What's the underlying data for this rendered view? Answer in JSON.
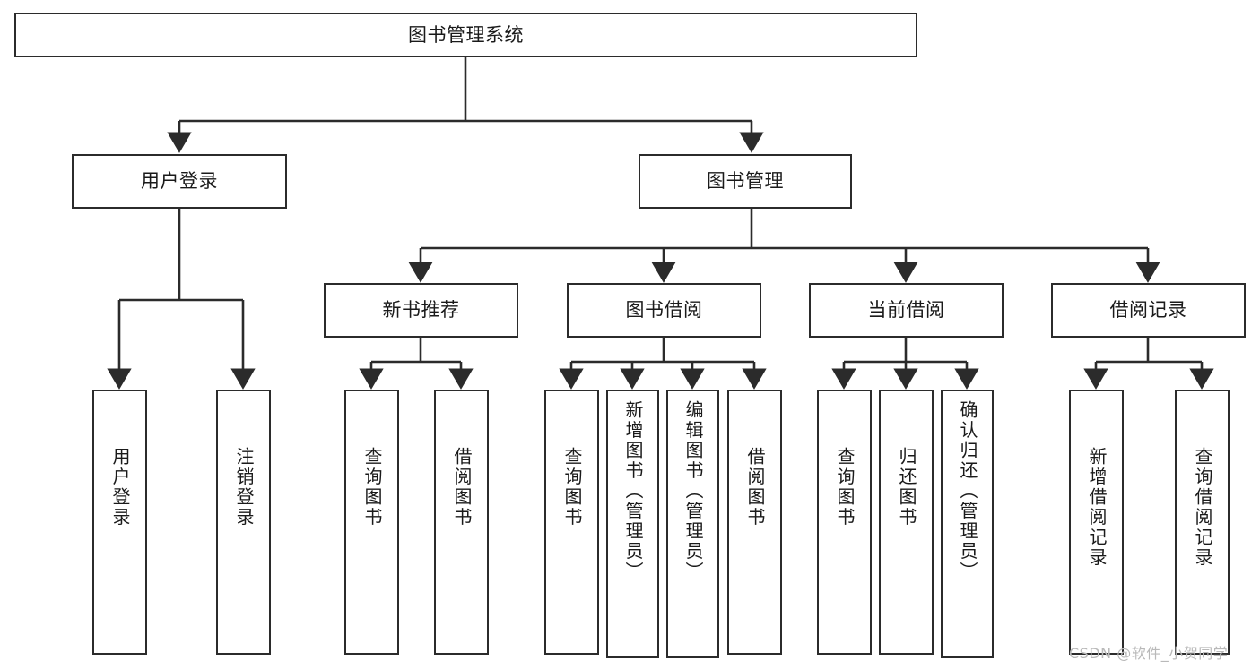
{
  "diagram": {
    "title": "图书管理系统",
    "type": "hierarchy-tree",
    "watermark": "CSDN @软件_小贺同学",
    "colors": {
      "box_border": "#2b2b2b",
      "box_fill": "#ffffff",
      "edge": "#2b2b2b",
      "text": "#1a1a1a",
      "watermark": "#b9b9b9",
      "background": "#ffffff"
    },
    "levels": [
      {
        "level": 0,
        "nodes": [
          {
            "id": "root",
            "label": "图书管理系统",
            "orientation": "horizontal"
          }
        ]
      },
      {
        "level": 1,
        "nodes": [
          {
            "id": "user-login",
            "label": "用户登录",
            "orientation": "horizontal",
            "parent": "root"
          },
          {
            "id": "book-manage",
            "label": "图书管理",
            "orientation": "horizontal",
            "parent": "root"
          }
        ]
      },
      {
        "level": 2,
        "nodes": [
          {
            "id": "new-book-rec",
            "label": "新书推荐",
            "orientation": "horizontal",
            "parent": "book-manage"
          },
          {
            "id": "book-borrow",
            "label": "图书借阅",
            "orientation": "horizontal",
            "parent": "book-manage"
          },
          {
            "id": "current-borrow",
            "label": "当前借阅",
            "orientation": "horizontal",
            "parent": "book-manage"
          },
          {
            "id": "borrow-record",
            "label": "借阅记录",
            "orientation": "horizontal",
            "parent": "book-manage"
          }
        ]
      },
      {
        "level": 3,
        "nodes": [
          {
            "id": "leaf-user-login",
            "label": "用户登录",
            "orientation": "vertical",
            "parent": "user-login"
          },
          {
            "id": "leaf-user-logout",
            "label": "注销登录",
            "orientation": "vertical",
            "parent": "user-login"
          },
          {
            "id": "leaf-query-book-1",
            "label": "查询图书",
            "orientation": "vertical",
            "parent": "new-book-rec"
          },
          {
            "id": "leaf-borrow-book-1",
            "label": "借阅图书",
            "orientation": "vertical",
            "parent": "new-book-rec"
          },
          {
            "id": "leaf-query-book-2",
            "label": "查询图书",
            "orientation": "vertical",
            "parent": "book-borrow"
          },
          {
            "id": "leaf-add-book",
            "label": "新增图书（管理员）",
            "orientation": "vertical",
            "parent": "book-borrow"
          },
          {
            "id": "leaf-edit-book",
            "label": "编辑图书（管理员）",
            "orientation": "vertical",
            "parent": "book-borrow"
          },
          {
            "id": "leaf-borrow-book-2",
            "label": "借阅图书",
            "orientation": "vertical",
            "parent": "book-borrow"
          },
          {
            "id": "leaf-query-book-3",
            "label": "查询图书",
            "orientation": "vertical",
            "parent": "current-borrow"
          },
          {
            "id": "leaf-return-book",
            "label": "归还图书",
            "orientation": "vertical",
            "parent": "current-borrow"
          },
          {
            "id": "leaf-confirm-return",
            "label": "确认归还（管理员）",
            "orientation": "vertical",
            "parent": "current-borrow"
          },
          {
            "id": "leaf-add-record",
            "label": "新增借阅记录",
            "orientation": "vertical",
            "parent": "borrow-record"
          },
          {
            "id": "leaf-query-record",
            "label": "查询借阅记录",
            "orientation": "vertical",
            "parent": "borrow-record"
          }
        ]
      }
    ]
  }
}
